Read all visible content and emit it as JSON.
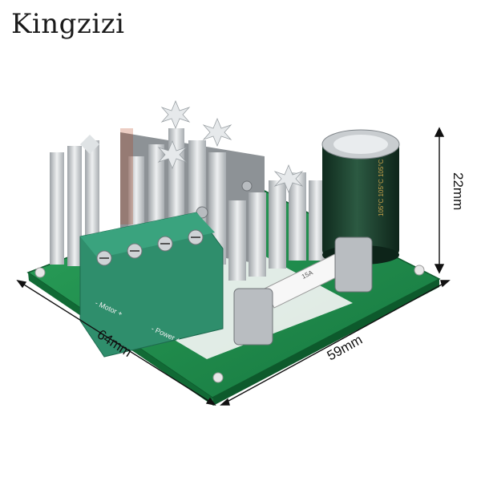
{
  "brand": {
    "name": "Kingzizi"
  },
  "dimensions": {
    "height": "22mm",
    "depth": "64mm",
    "width": "59mm"
  },
  "board_labels": {
    "motor": "- Motor +",
    "power": "- Power +"
  },
  "fuse_label": "15A",
  "capacitor_label": "105°C 105°C 105°C",
  "colors": {
    "pcb": "#1f8a4c",
    "terminal": "#2e8b6a",
    "heatsink": "#cfd3d6",
    "capacitor": "#1f3d2c"
  }
}
